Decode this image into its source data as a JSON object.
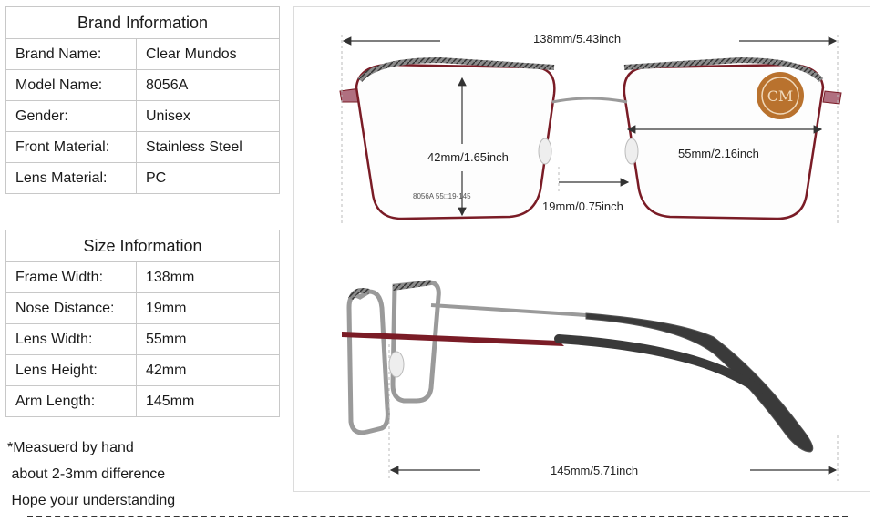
{
  "brand": {
    "title": "Brand Information",
    "rows": [
      {
        "label": "Brand Name:",
        "value": "Clear Mundos"
      },
      {
        "label": "Model Name:",
        "value": "8056A"
      },
      {
        "label": "Gender:",
        "value": "Unisex"
      },
      {
        "label": "Front Material:",
        "value": "Stainless Steel"
      },
      {
        "label": "Lens Material:",
        "value": "PC"
      }
    ]
  },
  "size": {
    "title": "Size Information",
    "rows": [
      {
        "label": "Frame Width:",
        "value": "138mm"
      },
      {
        "label": "Nose Distance:",
        "value": "19mm"
      },
      {
        "label": "Lens Width:",
        "value": "55mm"
      },
      {
        "label": "Lens Height:",
        "value": "42mm"
      },
      {
        "label": "Arm Length:",
        "value": "145mm"
      }
    ]
  },
  "note": {
    "line1": "*Measuerd by hand",
    "line2": " about 2-3mm difference",
    "line3": " Hope your understanding"
  },
  "measurements": {
    "frame_width": "138mm/5.43inch",
    "lens_height": "42mm/1.65inch",
    "lens_width": "55mm/2.16inch",
    "nose_distance": "19mm/0.75inch",
    "arm_length": "145mm/5.71inch"
  },
  "frame_engraving": "8056A 55□19-145",
  "colors": {
    "frame_red": "#7a1c26",
    "metal": "#9a9a9a",
    "tortoise": "#3a3a3a"
  }
}
